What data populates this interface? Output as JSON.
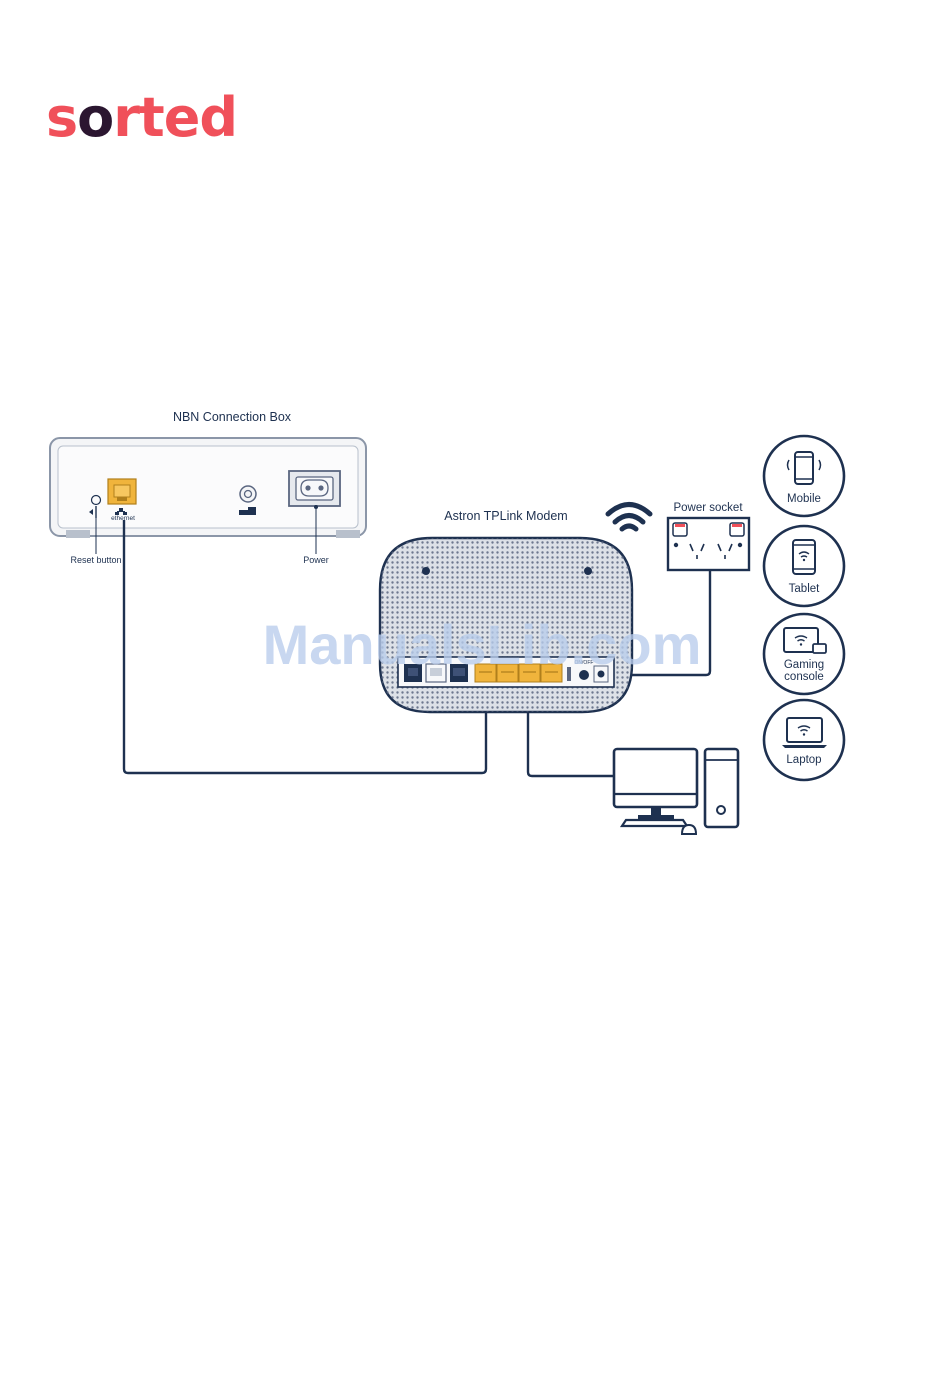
{
  "brand": {
    "logo_text": "sorted",
    "color": "#f0505a",
    "dark": "#2b1630"
  },
  "diagram": {
    "nbn_box": {
      "title": "NBN Connection Box",
      "port_label": "ethernet",
      "reset_label": "Reset button",
      "power_label": "Power"
    },
    "modem": {
      "title": "Astron TPLink Modem",
      "power_switch_label": "ON/OFF"
    },
    "power_socket": {
      "title": "Power socket"
    },
    "devices": [
      {
        "label": "Mobile",
        "icon": "mobile-icon"
      },
      {
        "label": "Tablet",
        "icon": "tablet-icon"
      },
      {
        "label_line1": "Gaming",
        "label_line2": "console",
        "icon": "gaming-console-icon"
      },
      {
        "label": "Laptop",
        "icon": "laptop-icon"
      }
    ],
    "watermark": "ManualsLib.com",
    "colors": {
      "line": "#1e3150",
      "port_yellow": "#f0b43c",
      "box_fill": "#f4f5f7",
      "modem_fill": "#dde1e7"
    }
  }
}
